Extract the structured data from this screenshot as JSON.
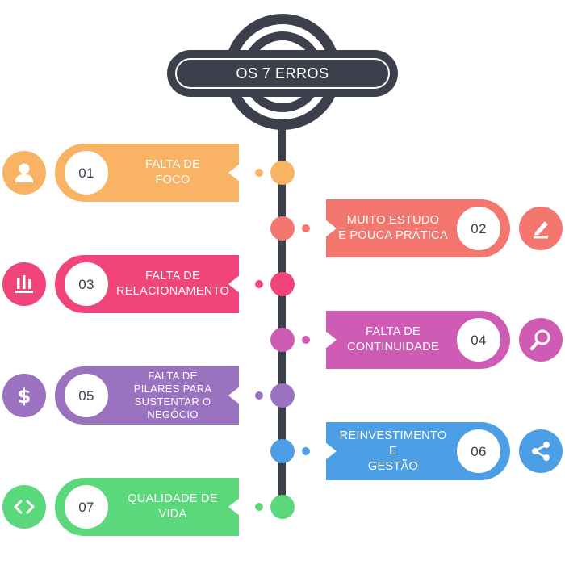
{
  "header": {
    "title": "OS 7 ERROS"
  },
  "colors": {
    "dark": "#3c3f4c",
    "step1": "#f8b464",
    "step2": "#f3776e",
    "step3": "#f1447a",
    "step4": "#cf5cb4",
    "step5": "#9b72bf",
    "step6": "#4c9fe4",
    "step7": "#5bd77c"
  },
  "steps": [
    {
      "number": "01",
      "label": "FALTA DE\nFOCO",
      "icon": "user-icon"
    },
    {
      "number": "02",
      "label": "MUITO ESTUDO\nE POUCA PRÁTICA",
      "icon": "pencil-icon"
    },
    {
      "number": "03",
      "label": "FALTA DE\nRELACIONAMENTO",
      "icon": "bar-chart-icon"
    },
    {
      "number": "04",
      "label": "FALTA DE\nCONTINUIDADE",
      "icon": "magnifier-icon"
    },
    {
      "number": "05",
      "label": "FALTA DE\nPILARES PARA\nSUSTENTAR O NEGÓCIO",
      "icon": "dollar-icon"
    },
    {
      "number": "06",
      "label": "REINVESTIMENTO E\nGESTÃO",
      "icon": "share-icon"
    },
    {
      "number": "07",
      "label": "QUALIDADE DE\nVIDA",
      "icon": "code-icon"
    }
  ]
}
